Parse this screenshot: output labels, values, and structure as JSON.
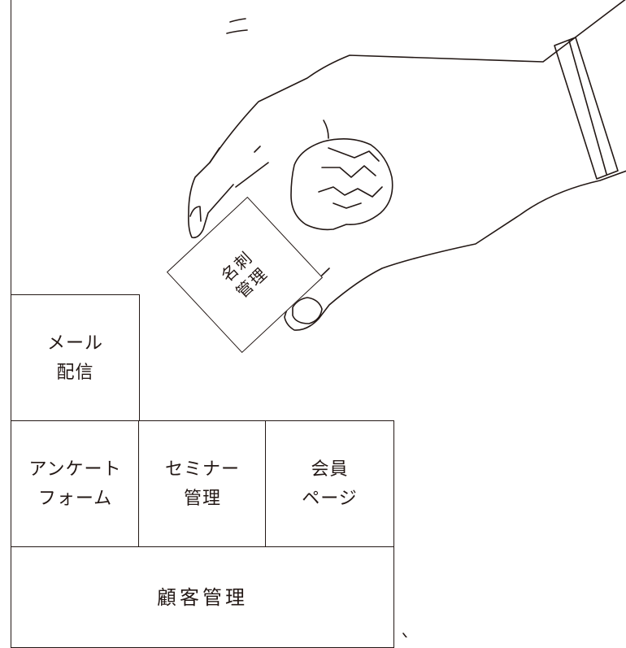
{
  "blocks": {
    "mail": "メール\n配信",
    "survey": "アンケート\nフォーム",
    "seminar": "セミナー\n管理",
    "member": "会員\nページ",
    "crm": "顧客管理"
  },
  "card": {
    "label": "名刺\n管理"
  },
  "colors": {
    "line": "#231815",
    "background": "#ffffff"
  },
  "icons": {
    "hand": "hand-holding-card-icon",
    "motion": "motion-lines-icon"
  }
}
